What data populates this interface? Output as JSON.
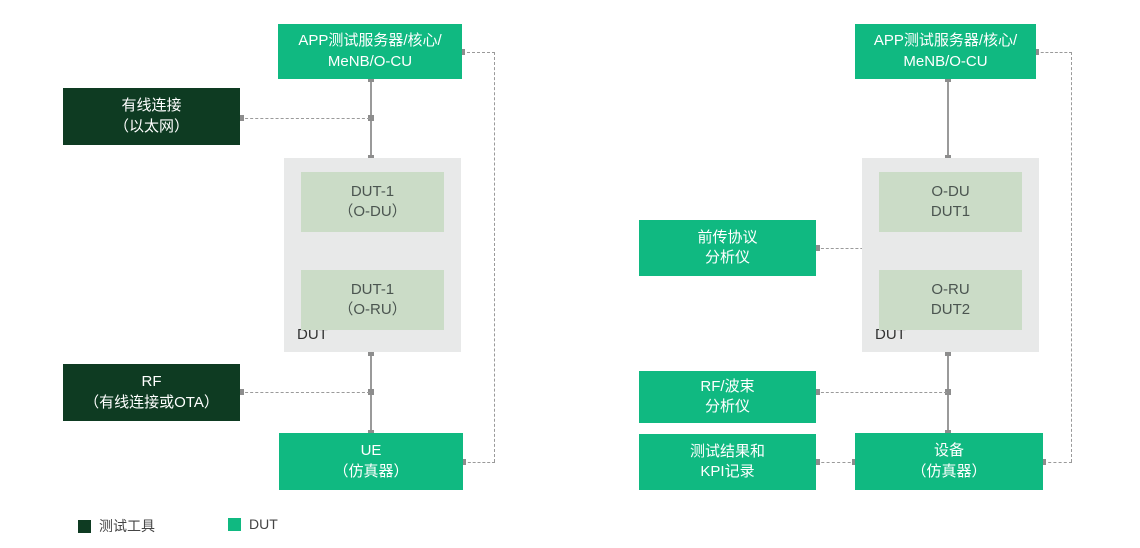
{
  "diagram": {
    "title": "O-RAN test setup diagrams",
    "colors": {
      "green": "#10b981",
      "dark_green": "#0e3b22",
      "light_green": "#cbdcc7",
      "group_gray": "#e8e9e9",
      "connector_gray": "#9a9a9a",
      "text_white": "#ffffff",
      "text_dark": "#4b5550"
    }
  },
  "left_diagram": {
    "app_server": "APP测试服务器/核心/\nMeNB/O-CU",
    "wired_tool": "有线连接\n（以太网）",
    "rf_tool": "RF\n（有线连接或OTA）",
    "dut_group_label": "DUT",
    "dut_odu": "DUT-1\n（O-DU）",
    "dut_oru": "DUT-1\n（O-RU）",
    "ue": "UE\n（仿真器）"
  },
  "right_diagram": {
    "app_server": "APP测试服务器/核心/\nMeNB/O-CU",
    "fronthaul_analyzer": "前传协议\n分析仪",
    "rf_beam_analyzer": "RF/波束\n分析仪",
    "kpi_recorder": "测试结果和\nKPI记录",
    "dut_group_label": "DUT",
    "dut_odu": "O-DU\nDUT1",
    "dut_oru": "O-RU\nDUT2",
    "device": "设备\n（仿真器）"
  },
  "legend": {
    "items": [
      {
        "label": "测试工具",
        "color": "#0e3b22"
      },
      {
        "label": "DUT",
        "color": "#10b981"
      }
    ]
  }
}
